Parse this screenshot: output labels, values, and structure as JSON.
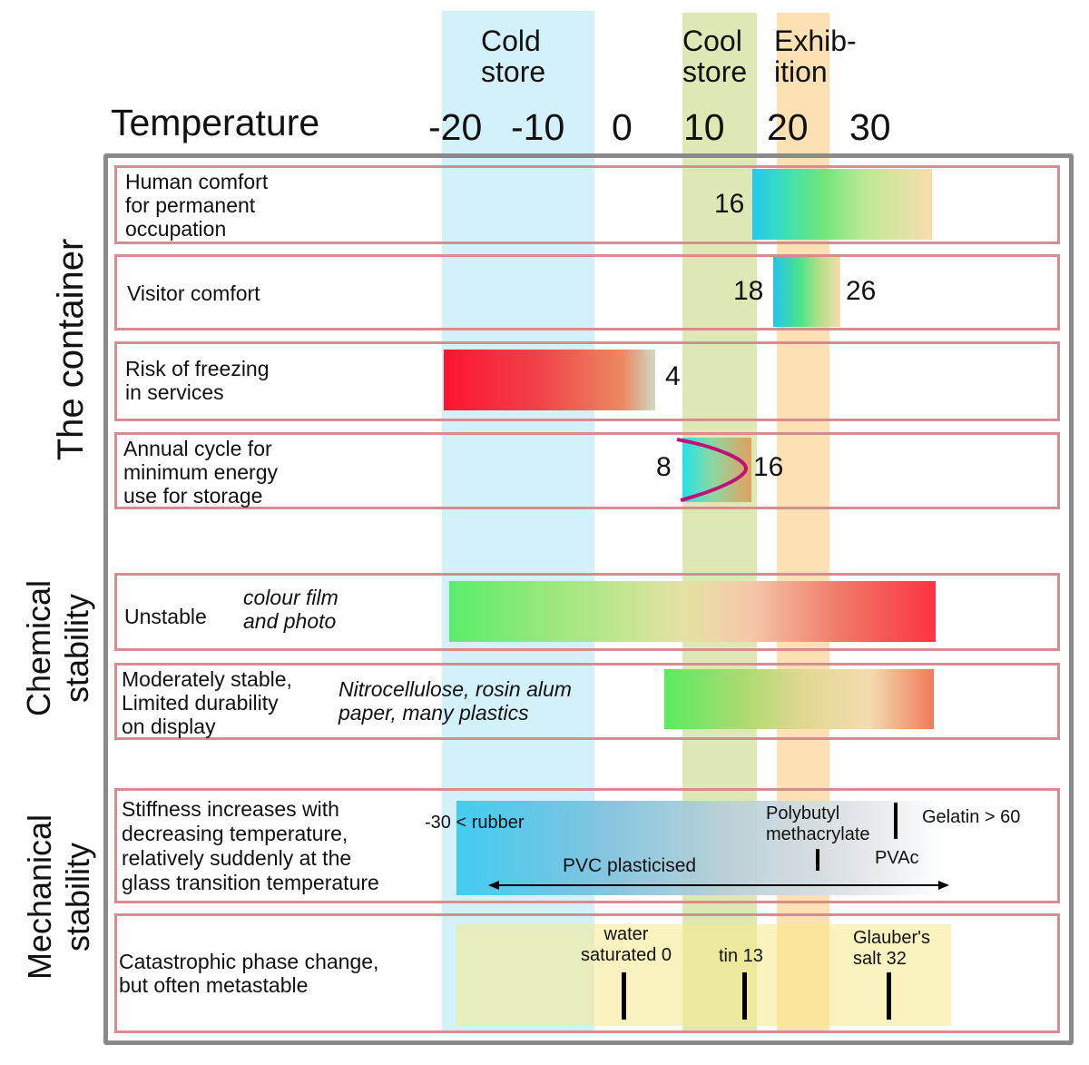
{
  "header": {
    "temperature_label": "Temperature",
    "ticks": [
      "-20",
      "-10",
      "0",
      "10",
      "20",
      "30"
    ],
    "zones": {
      "cold_store": [
        "Cold",
        "store"
      ],
      "cool_store": [
        "Cool",
        "store"
      ],
      "exhibition": [
        "Exhib-",
        "ition"
      ]
    }
  },
  "groups": {
    "container": "The container",
    "chemical": [
      "Chemical",
      "stability"
    ],
    "mechanical": [
      "Mechanical",
      "stability"
    ]
  },
  "rows": {
    "human_comfort": {
      "label": [
        "Human comfort",
        "for permanent",
        "occupation"
      ],
      "value_low": "16"
    },
    "visitor_comfort": {
      "label": "Visitor comfort",
      "value_low": "18",
      "value_high": "26"
    },
    "freezing": {
      "label": [
        "Risk of freezing",
        "in services"
      ],
      "value_high": "4"
    },
    "annual_cycle": {
      "label": [
        "Annual cycle for",
        "minimum energy",
        "use for storage"
      ],
      "value_low": "8",
      "value_high": "16"
    },
    "unstable": {
      "label": "Unstable",
      "examples": [
        "colour film",
        "and photo"
      ]
    },
    "moderately_stable": {
      "label": [
        "Moderately stable,",
        "Limited durability",
        "on display"
      ],
      "examples": [
        "Nitrocellulose, rosin alum",
        "paper, many plastics"
      ]
    },
    "stiffness": {
      "label": [
        "Stiffness increases with",
        "decreasing temperature,",
        "relatively suddenly at the",
        "glass transition temperature"
      ],
      "rubber": "-30 < rubber",
      "pvc": "PVC plasticised",
      "polybutyl": [
        "Polybutyl",
        "methacrylate"
      ],
      "gelatin": "Gelatin > 60",
      "pvac": "PVAc"
    },
    "phase_change": {
      "label": [
        "Catastrophic phase change,",
        "but often metastable"
      ],
      "water": [
        "water",
        "saturated 0"
      ],
      "tin": "tin 13",
      "glauber": [
        "Glauber's",
        "salt 32"
      ]
    }
  },
  "colors": {
    "cold_zone": "#d3f1fb",
    "cool_zone": "#dde8b4",
    "exhibition_zone": "#fde0b4",
    "row_border": "#d98c90",
    "frame": "#8a8a8a",
    "cycle_curve": "#c0107a"
  }
}
